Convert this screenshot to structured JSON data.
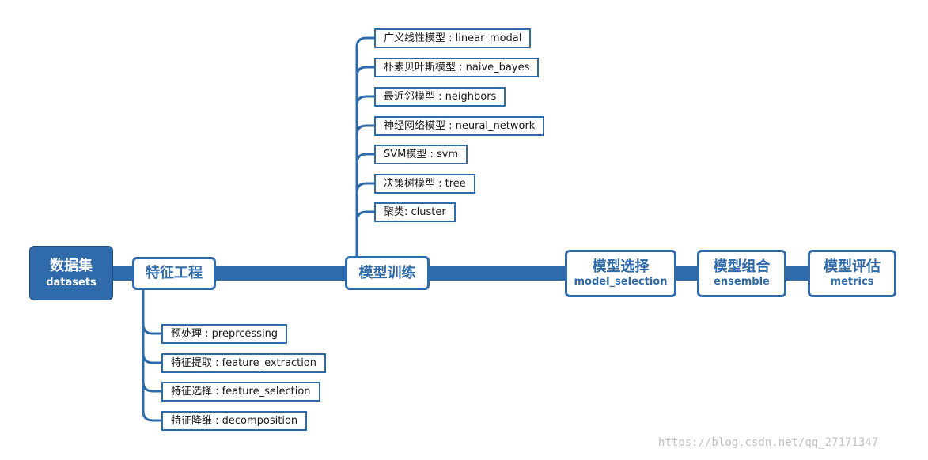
{
  "root": {
    "label_zh": "数据集",
    "label_en": "datasets"
  },
  "main_nodes": [
    {
      "id": "feature-engineering",
      "label_zh": "特征工程",
      "label_en": ""
    },
    {
      "id": "model-training",
      "label_zh": "模型训练",
      "label_en": ""
    },
    {
      "id": "model-selection",
      "label_zh": "模型选择",
      "label_en": "model_selection"
    },
    {
      "id": "ensemble",
      "label_zh": "模型组合",
      "label_en": "ensemble"
    },
    {
      "id": "metrics",
      "label_zh": "模型评估",
      "label_en": "metrics"
    }
  ],
  "training_branches": [
    {
      "label": "广义线性模型 : linear_modal"
    },
    {
      "label": "朴素贝叶斯模型 : naive_bayes"
    },
    {
      "label": "最近邻模型 : neighbors"
    },
    {
      "label": "神经网络模型 : neural_network"
    },
    {
      "label": "SVM模型 : svm"
    },
    {
      "label": "决策树模型 : tree"
    },
    {
      "label": "聚类: cluster"
    }
  ],
  "feature_branches": [
    {
      "label": "预处理 : preprcessing"
    },
    {
      "label": "特征提取 : feature_extraction"
    },
    {
      "label": "特征选择 : feature_selection"
    },
    {
      "label": "特征降维 : decomposition"
    }
  ],
  "watermark": "https://blog.csdn.net/qq_27171347",
  "colors": {
    "accent": "#2f6aab",
    "root_fill": "#2f6aab",
    "leaf_text": "#1a1a1a",
    "watermark": "#bfbfbf"
  }
}
